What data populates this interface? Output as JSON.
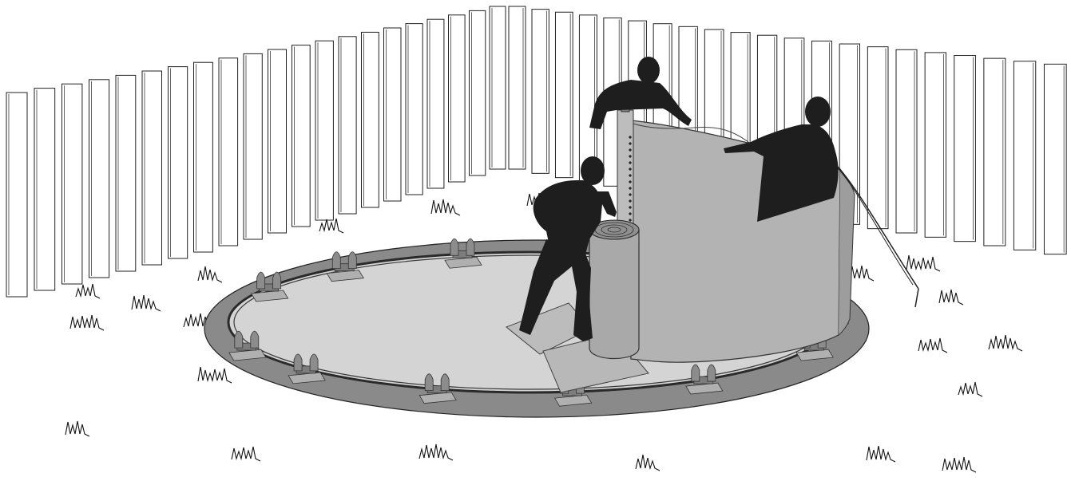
{
  "illustration": {
    "fence": {
      "panel_fill": "#ffffff",
      "stroke": "#222222"
    },
    "platform": {
      "outer_color": "#8a8a8a",
      "inner_color": "#d4d4d4",
      "track_color": "#2a2a2a"
    },
    "fabric_color": "#b3b3b3",
    "roll_color": "#a9a9a9",
    "figure_color": "#1e1e1e",
    "grass_color": "#111111",
    "people": [
      {
        "name": "worker-left",
        "role": "pushing-roll"
      },
      {
        "name": "worker-center",
        "role": "holding-post"
      },
      {
        "name": "worker-right",
        "role": "pulling-fabric"
      }
    ],
    "icons": [
      "fence-panel",
      "grass-tuft",
      "anchor-cone",
      "track-bracket",
      "fabric-roll",
      "person-silhouette",
      "tension-cable"
    ]
  }
}
